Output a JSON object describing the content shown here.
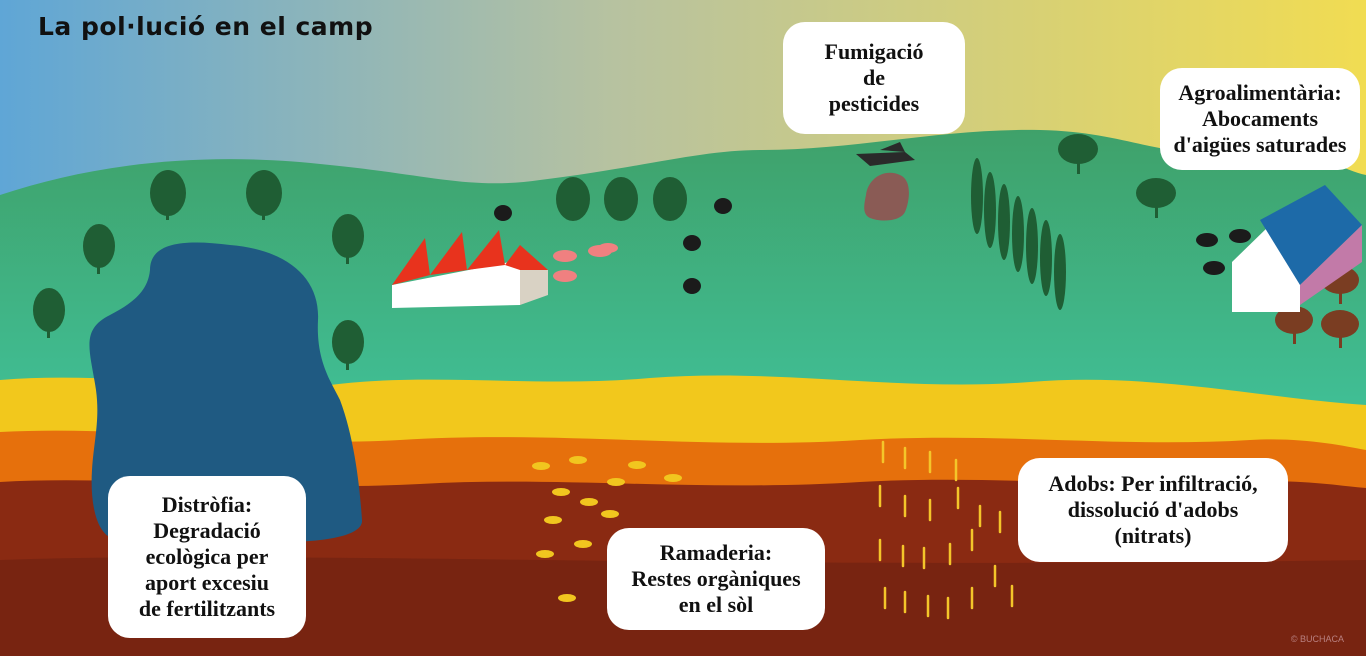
{
  "title": "La pol·lució en el camp",
  "callouts": {
    "fumigacio": [
      "Fumigació",
      "de",
      "pesticides"
    ],
    "agro": [
      "Agroalimentària:",
      "Abocaments",
      "d'aigües saturades"
    ],
    "distrofia": [
      "Distròfia:",
      "Degradació",
      "ecològica per",
      "aport excesiu",
      "de fertilitzants"
    ],
    "ramaderia": [
      "Ramaderia:",
      "Restes orgàniques",
      "en el sòl"
    ],
    "adobs": [
      "Adobs: Per infiltració,",
      "dissolució d'adobs",
      "(nitrats)"
    ]
  },
  "credit": "© BUCHACA"
}
